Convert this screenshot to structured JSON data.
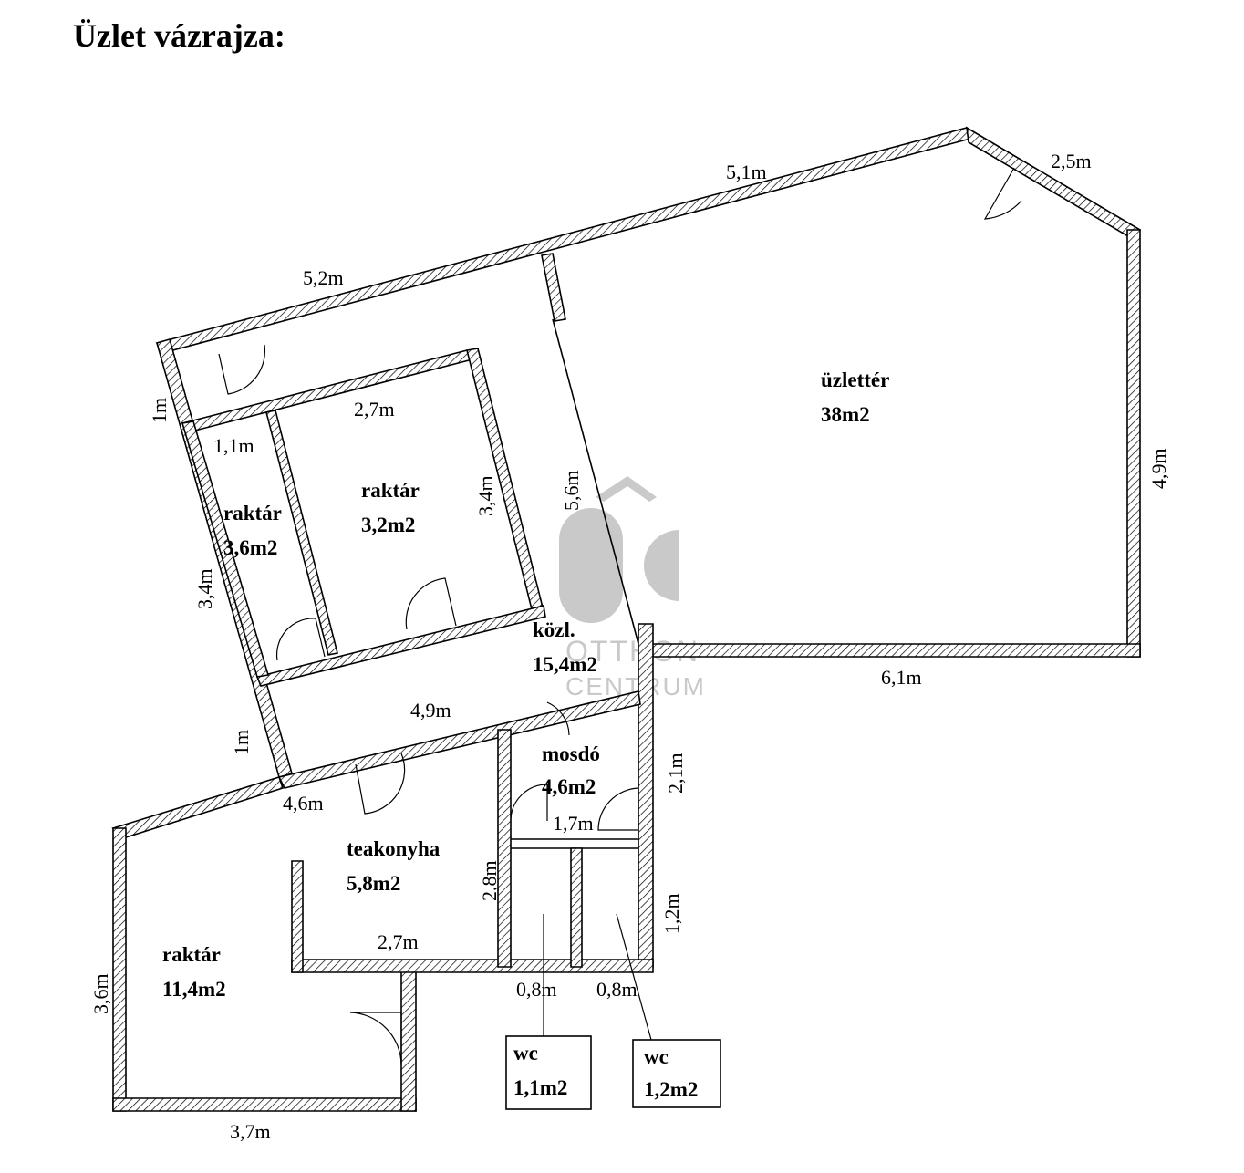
{
  "title": "Üzlet vázrajza:",
  "rooms": {
    "uzletter": {
      "name": "üzlettér",
      "area": "38m2"
    },
    "raktar_small": {
      "name": "raktár",
      "area": "3,6m2"
    },
    "raktar_mid": {
      "name": "raktár",
      "area": "3,2m2"
    },
    "kozl": {
      "name": "közl.",
      "area": "15,4m2"
    },
    "mosdo": {
      "name": "mosdó",
      "area": "4,6m2"
    },
    "teakonyha": {
      "name": "teakonyha",
      "area": "5,8m2"
    },
    "raktar_big": {
      "name": "raktár",
      "area": "11,4m2"
    },
    "wc1": {
      "name": "wc",
      "area": "1,1m2"
    },
    "wc2": {
      "name": "wc",
      "area": "1,2m2"
    }
  },
  "dimensions": {
    "d5_1": "5,1m",
    "d2_5": "2,5m",
    "d5_2": "5,2m",
    "d1_top": "1m",
    "d2_7_top": "2,7m",
    "d1_1": "1,1m",
    "d3_4_inner": "3,4m",
    "d5_6": "5,6m",
    "d4_9_right": "4,9m",
    "d3_4_left": "3,4m",
    "d6_1": "6,1m",
    "d4_9_mid": "4,9m",
    "d1_mid": "1m",
    "d2_1": "2,1m",
    "d4_6": "4,6m",
    "d1_7": "1,7m",
    "d2_8": "2,8m",
    "d1_2": "1,2m",
    "d2_7_bottom": "2,7m",
    "d3_6": "3,6m",
    "d0_8_a": "0,8m",
    "d0_8_b": "0,8m",
    "d3_7": "3,7m"
  },
  "watermark": {
    "logo": "OC",
    "line1": "OTTHON",
    "line2": "CENTRUM"
  }
}
